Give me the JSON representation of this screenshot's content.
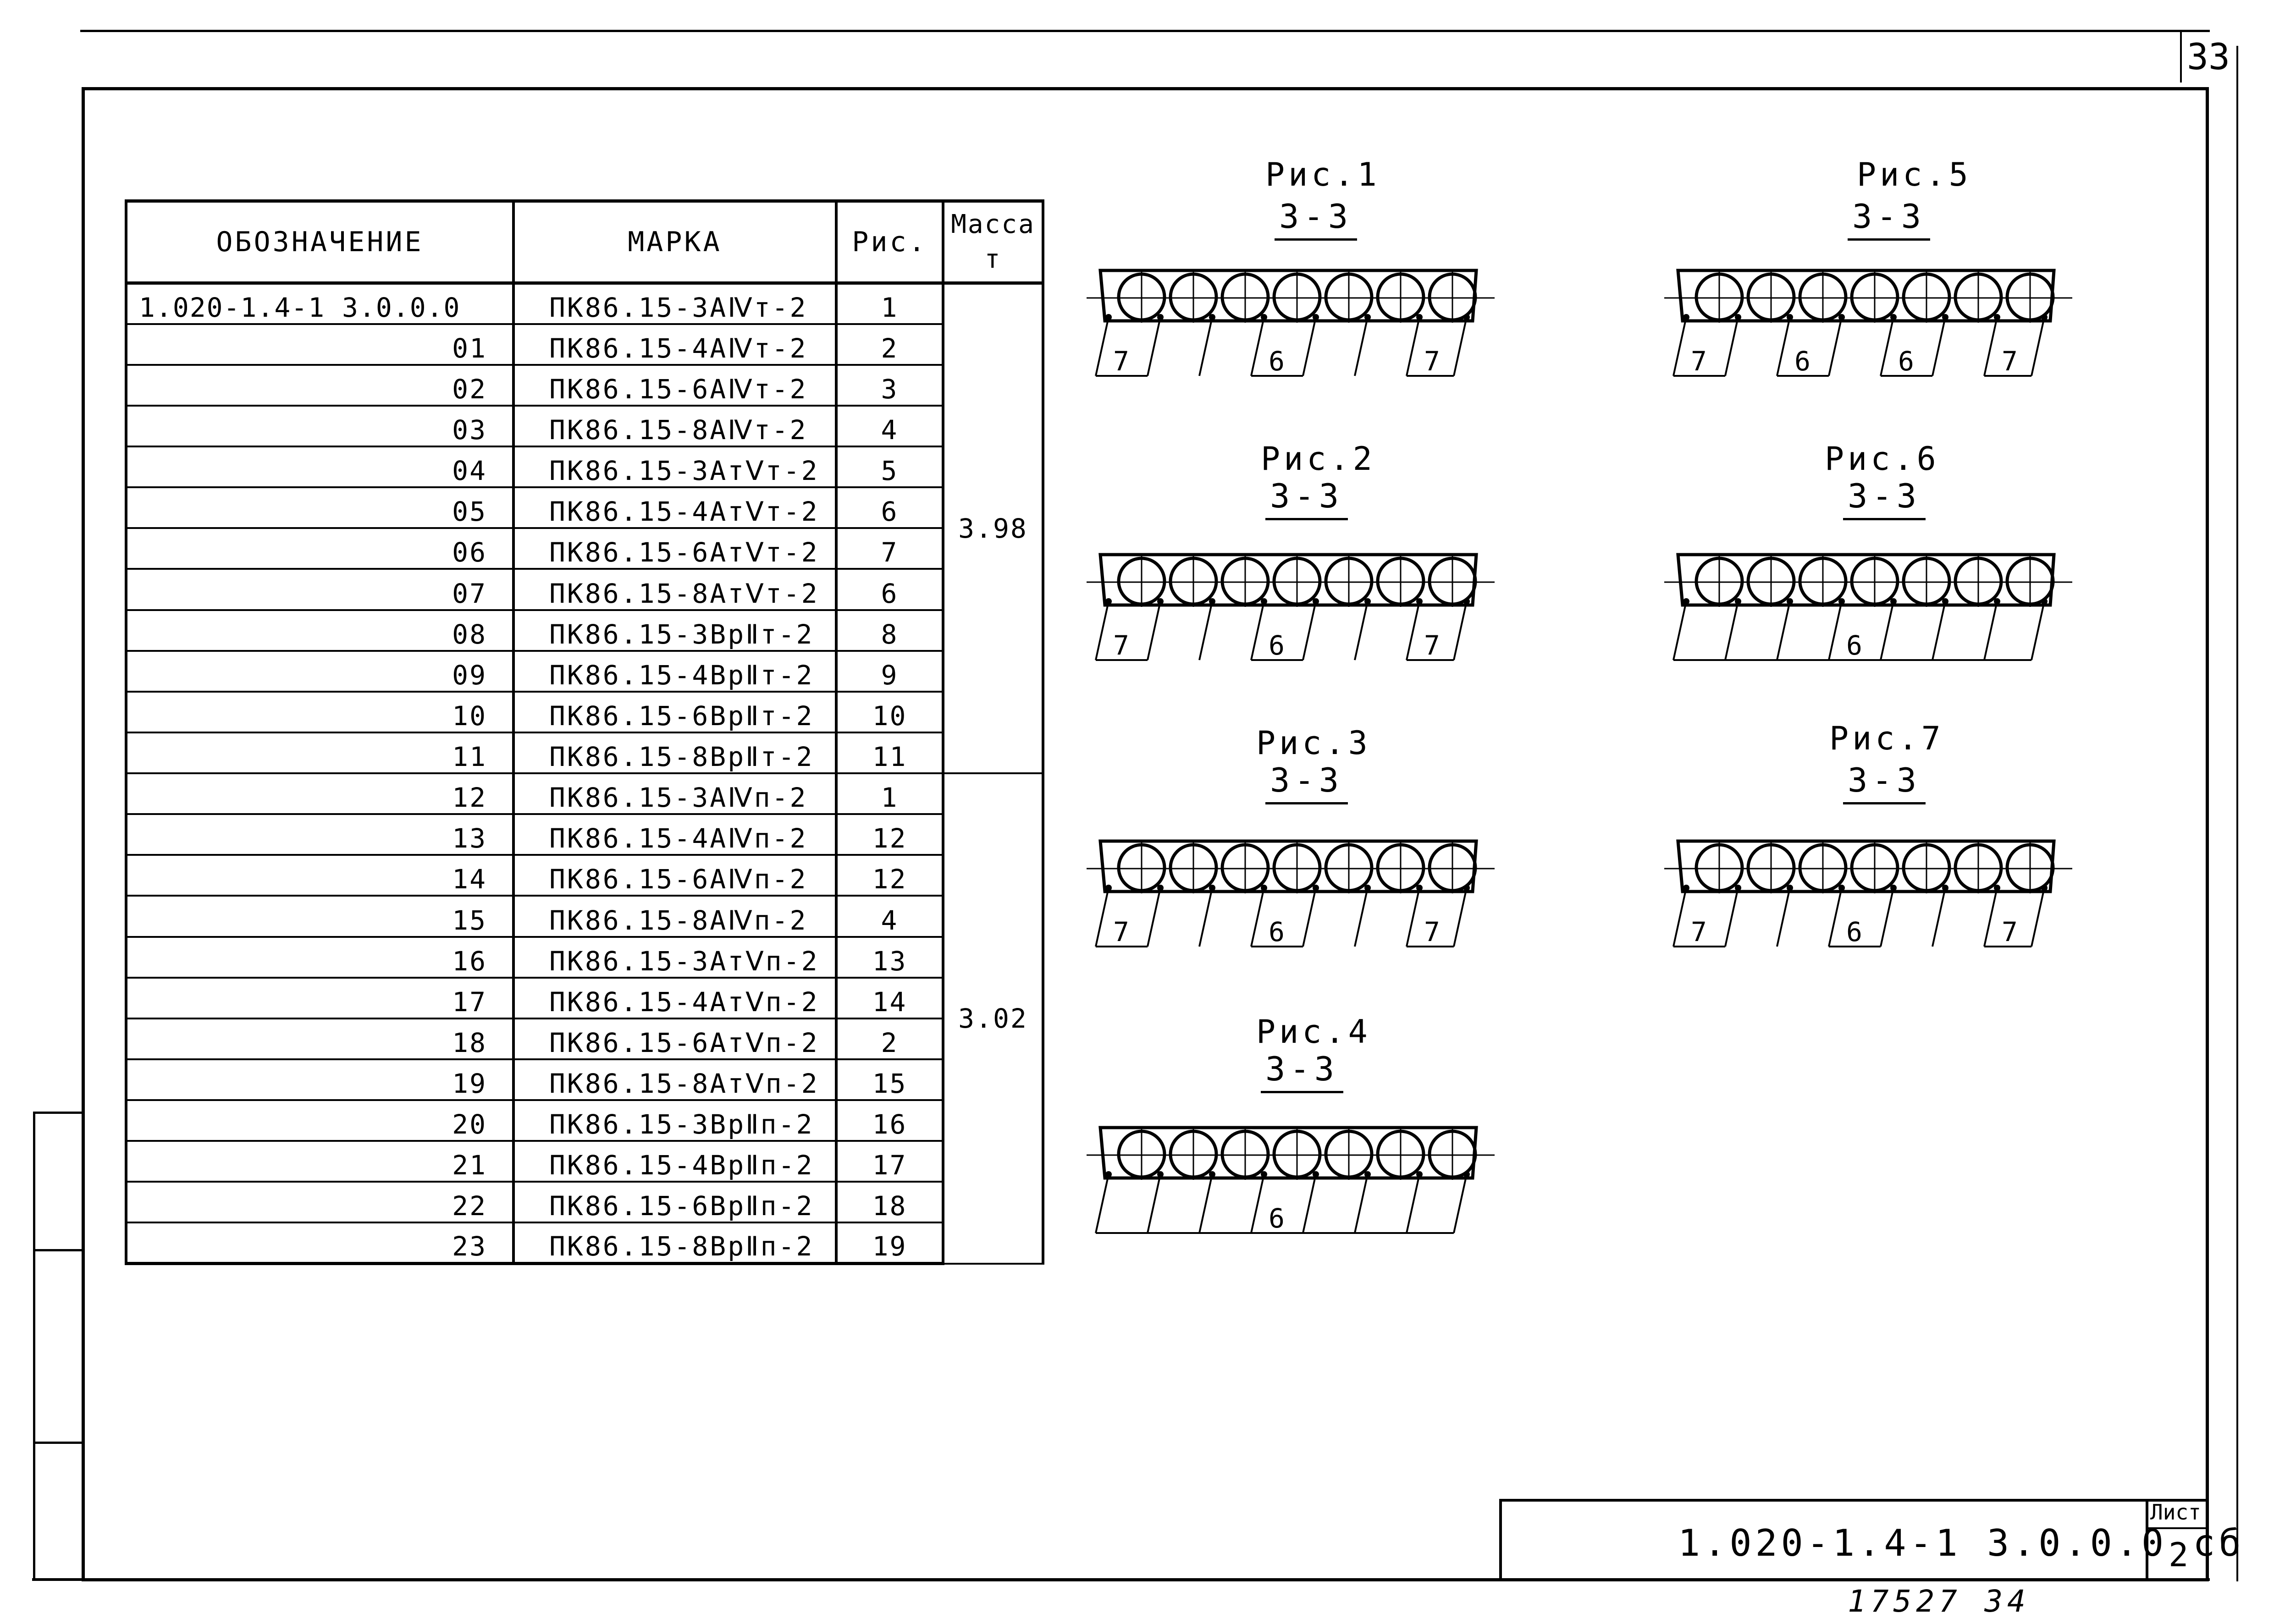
{
  "page_number": "33",
  "table": {
    "headers": {
      "designation": "ОБОЗНАЧЕНИЕ",
      "mark": "МАРКА",
      "fig": "Рис.",
      "mass_line1": "Масса",
      "mass_line2": "т"
    },
    "rows": [
      {
        "code": "1.020-1.4-1  3.0.0.0",
        "mark": "ПК86.15-3АⅣт-2",
        "fig": "1"
      },
      {
        "code": "01",
        "mark": "ПК86.15-4АⅣт-2",
        "fig": "2"
      },
      {
        "code": "02",
        "mark": "ПК86.15-6АⅣт-2",
        "fig": "3"
      },
      {
        "code": "03",
        "mark": "ПК86.15-8АⅣт-2",
        "fig": "4"
      },
      {
        "code": "04",
        "mark": "ПК86.15-3АтⅤт-2",
        "fig": "5"
      },
      {
        "code": "05",
        "mark": "ПК86.15-4АтⅤт-2",
        "fig": "6"
      },
      {
        "code": "06",
        "mark": "ПК86.15-6АтⅤт-2",
        "fig": "7"
      },
      {
        "code": "07",
        "mark": "ПК86.15-8АтⅤт-2",
        "fig": "6"
      },
      {
        "code": "08",
        "mark": "ПК86.15-3ВрⅡт-2",
        "fig": "8"
      },
      {
        "code": "09",
        "mark": "ПК86.15-4ВрⅡт-2",
        "fig": "9"
      },
      {
        "code": "10",
        "mark": "ПК86.15-6ВрⅡт-2",
        "fig": "10"
      },
      {
        "code": "11",
        "mark": "ПК86.15-8ВрⅡт-2",
        "fig": "11"
      },
      {
        "code": "12",
        "mark": "ПК86.15-3АⅣп-2",
        "fig": "1"
      },
      {
        "code": "13",
        "mark": "ПК86.15-4АⅣп-2",
        "fig": "12"
      },
      {
        "code": "14",
        "mark": "ПК86.15-6АⅣп-2",
        "fig": "12"
      },
      {
        "code": "15",
        "mark": "ПК86.15-8АⅣп-2",
        "fig": "4"
      },
      {
        "code": "16",
        "mark": "ПК86.15-3АтⅤп-2",
        "fig": "13"
      },
      {
        "code": "17",
        "mark": "ПК86.15-4АтⅤп-2",
        "fig": "14"
      },
      {
        "code": "18",
        "mark": "ПК86.15-6АтⅤп-2",
        "fig": "2"
      },
      {
        "code": "19",
        "mark": "ПК86.15-8АтⅤп-2",
        "fig": "15"
      },
      {
        "code": "20",
        "mark": "ПК86.15-3ВрⅡп-2",
        "fig": "16"
      },
      {
        "code": "21",
        "mark": "ПК86.15-4ВрⅡп-2",
        "fig": "17"
      },
      {
        "code": "22",
        "mark": "ПК86.15-6ВрⅡп-2",
        "fig": "18"
      },
      {
        "code": "23",
        "mark": "ПК86.15-8ВрⅡп-2",
        "fig": "19"
      }
    ],
    "mass_groups": [
      {
        "value": "3.98",
        "rows": 12
      },
      {
        "value": "3.02",
        "rows": 12
      }
    ]
  },
  "figures": [
    {
      "title": "Рис.1",
      "section": "3-3",
      "labels": [
        {
          "text": "7",
          "gap": 0
        },
        {
          "text": "6",
          "gap": 3
        },
        {
          "text": "7",
          "gap": 6
        }
      ]
    },
    {
      "title": "Рис.2",
      "section": "3-3",
      "labels": [
        {
          "text": "7",
          "gap": 0
        },
        {
          "text": "6",
          "gap": 3
        },
        {
          "text": "7",
          "gap": 6
        }
      ]
    },
    {
      "title": "Рис.3",
      "section": "3-3",
      "labels": [
        {
          "text": "7",
          "gap": 0
        },
        {
          "text": "6",
          "gap": 3
        },
        {
          "text": "7",
          "gap": 6
        }
      ]
    },
    {
      "title": "Рис.4",
      "section": "3-3",
      "labels": [
        {
          "text": "6",
          "gap": 3
        }
      ]
    },
    {
      "title": "Рис.5",
      "section": "3-3",
      "labels": [
        {
          "text": "7",
          "gap": 0
        },
        {
          "text": "6",
          "gap": 2
        },
        {
          "text": "6",
          "gap": 4
        },
        {
          "text": "7",
          "gap": 6
        }
      ]
    },
    {
      "title": "Рис.6",
      "section": "3-3",
      "labels": [
        {
          "text": "6",
          "gap": 3
        }
      ]
    },
    {
      "title": "Рис.7",
      "section": "3-3",
      "labels": [
        {
          "text": "7",
          "gap": 0
        },
        {
          "text": "6",
          "gap": 3
        },
        {
          "text": "7",
          "gap": 6
        }
      ]
    }
  ],
  "title_block": {
    "doc_code": "1.020-1.4-1 3.0.0.0 сб",
    "sheet_label": "Лист",
    "sheet_number": "2"
  },
  "inventory_number": "17527  34"
}
